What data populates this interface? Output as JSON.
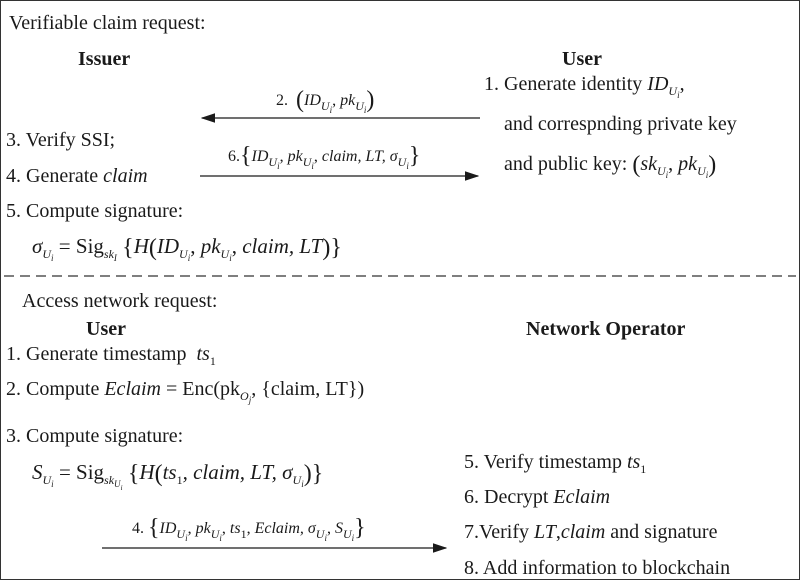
{
  "sections": {
    "top": {
      "title": "Verifiable claim request:",
      "left_party": "Issuer",
      "right_party": "User",
      "user_steps": {
        "s1_prefix": "1. Generate identity",
        "s1_var": "ID",
        "s1_sub": "U",
        "s1_subsub": "i",
        "s1_suffix": ",",
        "s1b": "and correspnding private key",
        "s1c_prefix": "and public key:",
        "s1c_math_a": "sk",
        "s1c_math_b": "pk"
      },
      "issuer_steps": {
        "s3": "3. Verify SSI;",
        "s4_prefix": "4. Generate",
        "s4_var": "claim",
        "s5": "5. Compute signature:",
        "sig_lhs": "σ",
        "sig_eq": "= Sig",
        "sig_sub": "sk",
        "sig_subsub": "I",
        "sig_H": "H",
        "sig_args_a": "ID",
        "sig_args_b": "pk",
        "sig_args_c": "claim, LT"
      },
      "arrow2": {
        "num": "2.",
        "a": "ID",
        "b": "pk"
      },
      "arrow6": {
        "num": "6.",
        "a": "ID",
        "b": "pk",
        "c": "claim, LT, σ"
      }
    },
    "bottom": {
      "title": "Access network request:",
      "left_party": "User",
      "right_party": "Network Operator",
      "user_steps": {
        "s1_prefix": "1. Generate timestamp",
        "s1_var": "ts",
        "s1_sub": "1",
        "s2_prefix": "2. Compute",
        "s2_lhs": "Eclaim",
        "s2_rhs_a": "= Enc(pk",
        "s2_sub": "O",
        "s2_subsub": "j",
        "s2_rhs_b": ", {claim, LT})",
        "s3": "3. Compute signature:",
        "sig_lhs": "S",
        "sig_eq": "= Sig",
        "sig_sub": "sk",
        "sig_H": "H",
        "sig_args": "ts",
        "sig_args_b": ", claim, LT, σ"
      },
      "operator_steps": {
        "s5_prefix": "5. Verify timestamp",
        "s5_var": "ts",
        "s6_prefix": "6. Decrypt",
        "s6_var": "Eclaim",
        "s7_prefix": "7.Verify",
        "s7_var_a": "LT",
        "s7_var_b": "claim",
        "s7_suffix": "and signature",
        "s8": "8. Add information to blockchain"
      },
      "arrow4": {
        "num": "4.",
        "a": "ID",
        "b": "pk",
        "c": "ts",
        "d": "Eclaim, σ",
        "e": "S"
      }
    }
  }
}
